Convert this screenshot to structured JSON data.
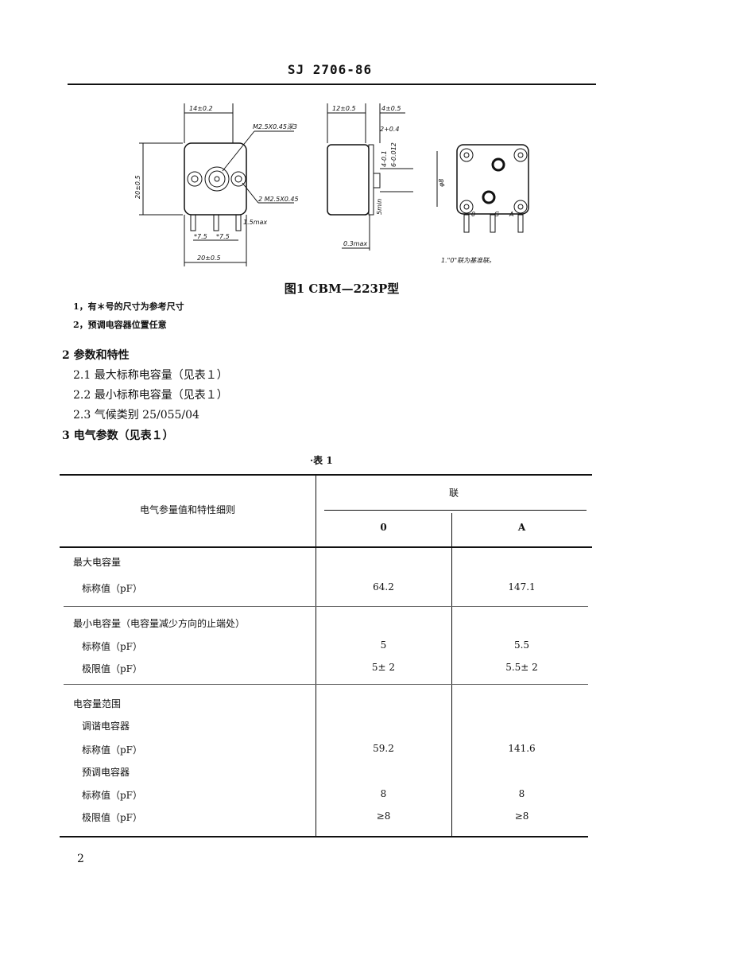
{
  "header": {
    "code": "SJ 2706-86"
  },
  "figure": {
    "caption": "图1  CBM—223P型",
    "dims": {
      "front_width": "14±0.2",
      "thread_main": "M2.5X0.45深3",
      "height": "20±0.5",
      "thread_side": "2  M2.5X0.45",
      "pin": "1.5max",
      "pitch1": "*7.5",
      "pitch2": "*7.5",
      "base_width": "20±0.5",
      "depth": "12±0.5",
      "shaft": "4±0.5",
      "step": "2+0.4",
      "dia1": "4-0.1",
      "dia2": "6-0.012",
      "dia8": "φ8",
      "min5": "5min",
      "gap": "0.3max"
    },
    "legend": "1.\"0\"联为基准联。",
    "pin_labels": [
      "0",
      "G",
      "A"
    ]
  },
  "notes": [
    "1，有＊号的尺寸为参考尺寸",
    "2，预调电容器位置任意"
  ],
  "sections": [
    {
      "label": "2  参数和特性",
      "items": [
        "2.1  最大标称电容量（见表１）",
        "2.2  最小标称电容量（见表１）",
        "2.3  气候类别 25/055/04"
      ]
    },
    {
      "label": "3  电气参数（见表１）"
    }
  ],
  "table": {
    "title": "·表    1",
    "header": {
      "col0": "电气参量值和特性细则",
      "group": "联",
      "cols": [
        "0",
        "A"
      ]
    },
    "rows": [
      {
        "label": "最大电容量",
        "values": [
          "",
          ""
        ]
      },
      {
        "label": "标称值（pF）",
        "values": [
          "64.2",
          "147.1"
        ],
        "indent": true
      },
      {
        "label": "最小电容量（电容量减少方向的止端处）",
        "values": [
          "",
          ""
        ]
      },
      {
        "label": "标称值（pF）",
        "values": [
          "5",
          "5.5"
        ],
        "indent": true
      },
      {
        "label": "极限值（pF）",
        "values": [
          "5± 2",
          "5.5± 2"
        ],
        "indent": true
      },
      {
        "label": "电容量范围",
        "values": [
          "",
          ""
        ]
      },
      {
        "label": "调谐电容器",
        "values": [
          "",
          ""
        ],
        "indent": true
      },
      {
        "label": "标称值（pF）",
        "values": [
          "59.2",
          "141.6"
        ],
        "indent": true
      },
      {
        "label": "预调电容器",
        "values": [
          "",
          ""
        ],
        "indent": true
      },
      {
        "label": "标称值（pF）",
        "values": [
          "8",
          "8"
        ],
        "indent": true
      },
      {
        "label": "极限值（pF）",
        "values": [
          "≥8",
          "≥8"
        ],
        "indent": true
      }
    ]
  },
  "footer": {
    "page_number": "2"
  }
}
